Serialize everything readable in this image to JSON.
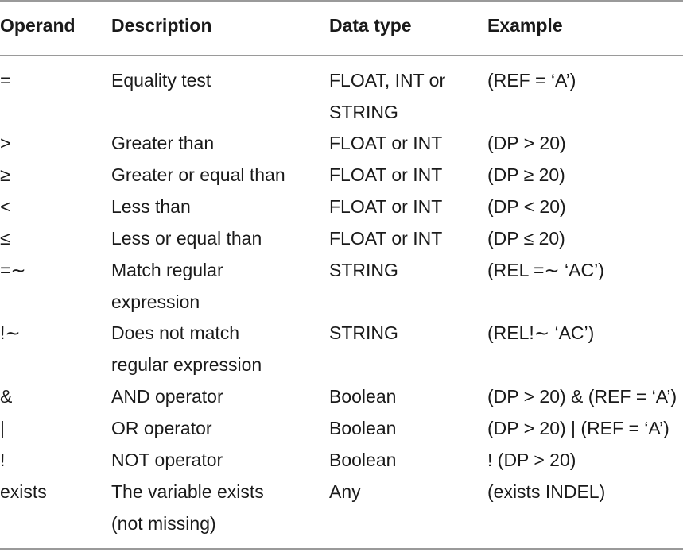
{
  "table": {
    "headers": {
      "operand": "Operand",
      "description": "Description",
      "data_type": "Data type",
      "example": "Example"
    },
    "rows": [
      {
        "operand": "=",
        "description": "Equality test",
        "data_type": "FLOAT, INT or\nSTRING",
        "example": "(REF = ‘A’)"
      },
      {
        "operand": ">",
        "description": "Greater than",
        "data_type": "FLOAT or INT",
        "example": "(DP > 20)"
      },
      {
        "operand": "≥",
        "description": "Greater or equal than",
        "data_type": "FLOAT or INT",
        "example": "(DP ≥ 20)"
      },
      {
        "operand": "<",
        "description": "Less than",
        "data_type": "FLOAT or INT",
        "example": "(DP < 20)"
      },
      {
        "operand": "≤",
        "description": "Less or equal than",
        "data_type": "FLOAT or INT",
        "example": "(DP ≤ 20)"
      },
      {
        "operand": "=∼",
        "description": "Match regular\nexpression",
        "data_type": "STRING",
        "example": "(REL =∼ ‘AC’)"
      },
      {
        "operand": "!∼",
        "description": "Does not match\nregular expression",
        "data_type": "STRING",
        "example": "(REL!∼ ‘AC’)"
      },
      {
        "operand": "&",
        "description": "AND operator",
        "data_type": "Boolean",
        "example": "(DP > 20) & (REF = ‘A’)"
      },
      {
        "operand": "|",
        "description": "OR operator",
        "data_type": "Boolean",
        "example": "(DP > 20) | (REF = ‘A’)"
      },
      {
        "operand": "!",
        "description": "NOT operator",
        "data_type": "Boolean",
        "example": "! (DP > 20)"
      },
      {
        "operand": "exists",
        "description": "The variable exists\n(not missing)",
        "data_type": "Any",
        "example": "(exists INDEL)"
      }
    ]
  }
}
